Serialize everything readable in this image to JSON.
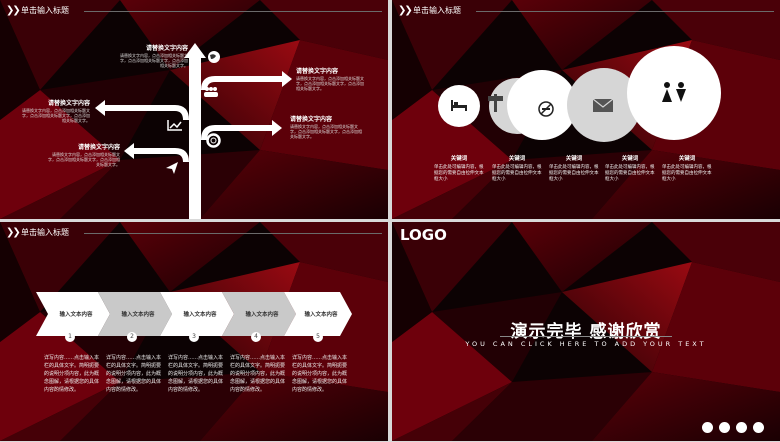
{
  "colors": {
    "bg": "#0a0203",
    "accent": "#8b0000",
    "white": "#ffffff",
    "grey": "#d6d6d6"
  },
  "slide1": {
    "header": {
      "title": "单击输入标题"
    },
    "labels": [
      {
        "title": "请替换文字内容",
        "body": "请替换文字内容，点击添加相关标题文字，点击添加相关标题文字，点击添加相关标题文字。"
      },
      {
        "title": "请替换文字内容",
        "body": "请替换文字内容，点击添加相关标题文字，点击添加相关标题文字，点击添加相关标题文字。"
      },
      {
        "title": "请替换文字内容",
        "body": "请替换文字内容，点击添加相关标题文字，点击添加相关标题文字，点击添加相关标题文字。"
      },
      {
        "title": "请替换文字内容",
        "body": "请替换文字内容，点击添加相关标题文字，点击添加相关标题文字，点击添加相关标题文字。"
      },
      {
        "title": "请替换文字内容",
        "body": "请替换文字内容，点击添加相关标题文字，点击添加相关标题文字，点击添加相关标题文字。"
      }
    ],
    "icons": [
      "globe-icon",
      "people-icon",
      "chart-icon",
      "lifebuoy-icon",
      "send-icon"
    ]
  },
  "slide2": {
    "header": {
      "title": "单击输入标题"
    },
    "items": [
      {
        "icon": "bed-icon",
        "keyword": "关键词",
        "desc": "单击此处可编辑内容，根据您的需要自由拉伸文本框大小"
      },
      {
        "icon": "signpost-icon",
        "keyword": "关键词",
        "desc": "单击此处可编辑内容，根据您的需要自由拉伸文本框大小"
      },
      {
        "icon": "no-smoking-icon",
        "keyword": "关键词",
        "desc": "单击此处可编辑内容，根据您的需要自由拉伸文本框大小"
      },
      {
        "icon": "envelope-icon",
        "keyword": "关键词",
        "desc": "单击此处可编辑内容，根据您的需要自由拉伸文本框大小"
      },
      {
        "icon": "restroom-icon",
        "keyword": "关键词",
        "desc": "单击此处可编辑内容，根据您的需要自由拉伸文本框大小"
      }
    ]
  },
  "slide3": {
    "header": {
      "title": "单击输入标题"
    },
    "steps": [
      {
        "label": "输入文本内容",
        "num": "1",
        "desc": "详写内容……点击输入本栏的具体文字。简明扼要的说明分项内容，此为概念图解，请根据您的具体内容酌情修改。"
      },
      {
        "label": "输入文本内容",
        "num": "2",
        "desc": "详写内容……点击输入本栏的具体文字。简明扼要的说明分项内容，此为概念图解，请根据您的具体内容酌情修改。"
      },
      {
        "label": "输入文本内容",
        "num": "3",
        "desc": "详写内容……点击输入本栏的具体文字。简明扼要的说明分项内容，此为概念图解，请根据您的具体内容酌情修改。"
      },
      {
        "label": "输入文本内容",
        "num": "4",
        "desc": "详写内容……点击输入本栏的具体文字。简明扼要的说明分项内容，此为概念图解，请根据您的具体内容酌情修改。"
      },
      {
        "label": "输入文本内容",
        "num": "5",
        "desc": "详写内容……点击输入本栏的具体文字。简明扼要的说明分项内容，此为概念图解，请根据您的具体内容酌情修改。"
      }
    ]
  },
  "slide4": {
    "logo": "LOGO",
    "title": "演示完毕 感谢欣赏",
    "subtitle": "YOU CAN CLICK HERE TO ADD YOUR TEXT",
    "social_icons": [
      "book-icon",
      "settings-icon",
      "pin-icon",
      "calendar-icon"
    ]
  }
}
